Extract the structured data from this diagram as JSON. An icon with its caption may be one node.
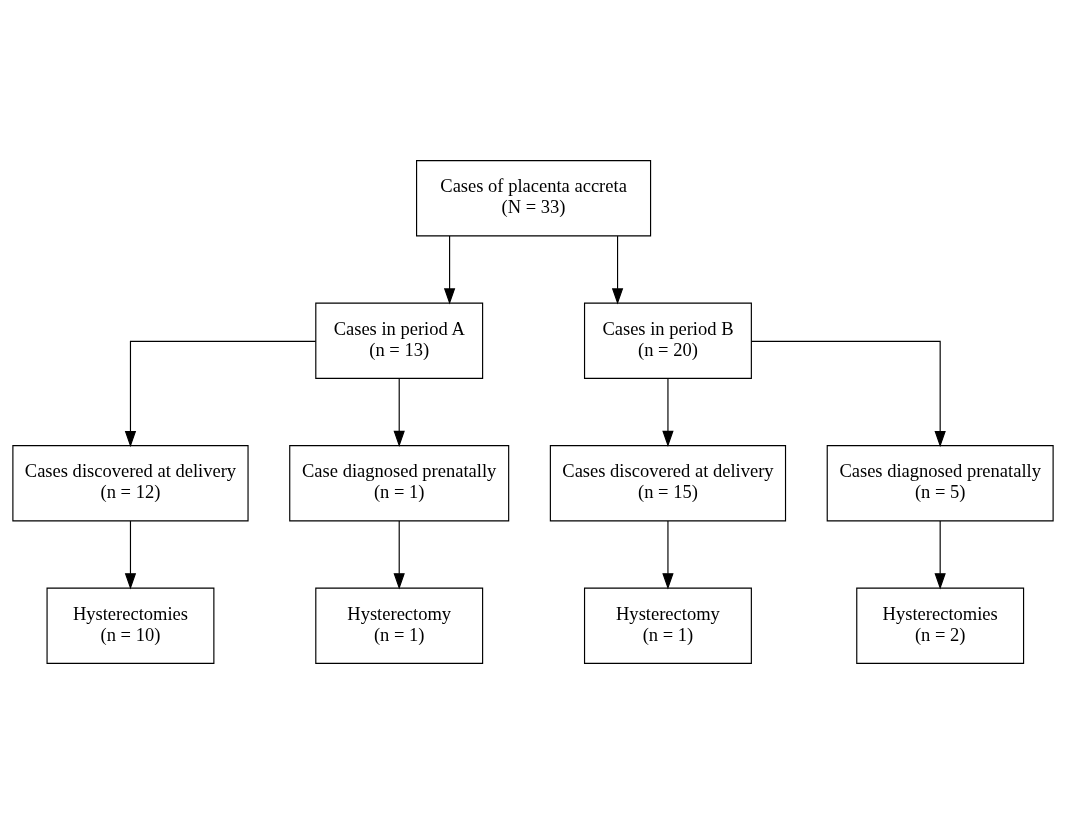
{
  "diagram": {
    "nodes": [
      {
        "text": [
          "Cases of placenta accreta",
          "(N = 33)"
        ]
      },
      {
        "text": [
          "Cases in period A",
          "(n = 13)"
        ]
      },
      {
        "text": [
          "Cases in period B",
          "(n = 20)"
        ]
      },
      {
        "text": [
          "Cases discovered at delivery",
          "(n = 12)"
        ]
      },
      {
        "text": [
          "Case diagnosed prenatally",
          "(n = 1)"
        ]
      },
      {
        "text": [
          "Cases discovered at delivery",
          "(n = 15)"
        ]
      },
      {
        "text": [
          "Cases diagnosed prenatally",
          "(n = 5)"
        ]
      },
      {
        "text": [
          "Hysterectomies",
          "(n = 10)"
        ]
      },
      {
        "text": [
          "Hysterectomy",
          "(n = 1)"
        ]
      },
      {
        "text": [
          "Hysterectomy",
          "(n = 1)"
        ]
      },
      {
        "text": [
          "Hysterectomies",
          "(n = 2)"
        ]
      }
    ],
    "edges": [
      {
        "from": 0,
        "to": 1,
        "arrow": "to"
      },
      {
        "from": 0,
        "to": 2,
        "arrow": "to"
      },
      {
        "from": 1,
        "to": 3,
        "arrow": "to"
      },
      {
        "from": 1,
        "to": 4,
        "arrow": "to"
      },
      {
        "from": 2,
        "to": 5,
        "arrow": "to"
      },
      {
        "from": 2,
        "to": 6,
        "arrow": "to"
      },
      {
        "from": 3,
        "to": 7,
        "arrow": "to"
      },
      {
        "from": 4,
        "to": 8,
        "arrow": "to"
      },
      {
        "from": 5,
        "to": 9,
        "arrow": "to"
      },
      {
        "from": 6,
        "to": 10,
        "arrow": "to"
      }
    ]
  }
}
